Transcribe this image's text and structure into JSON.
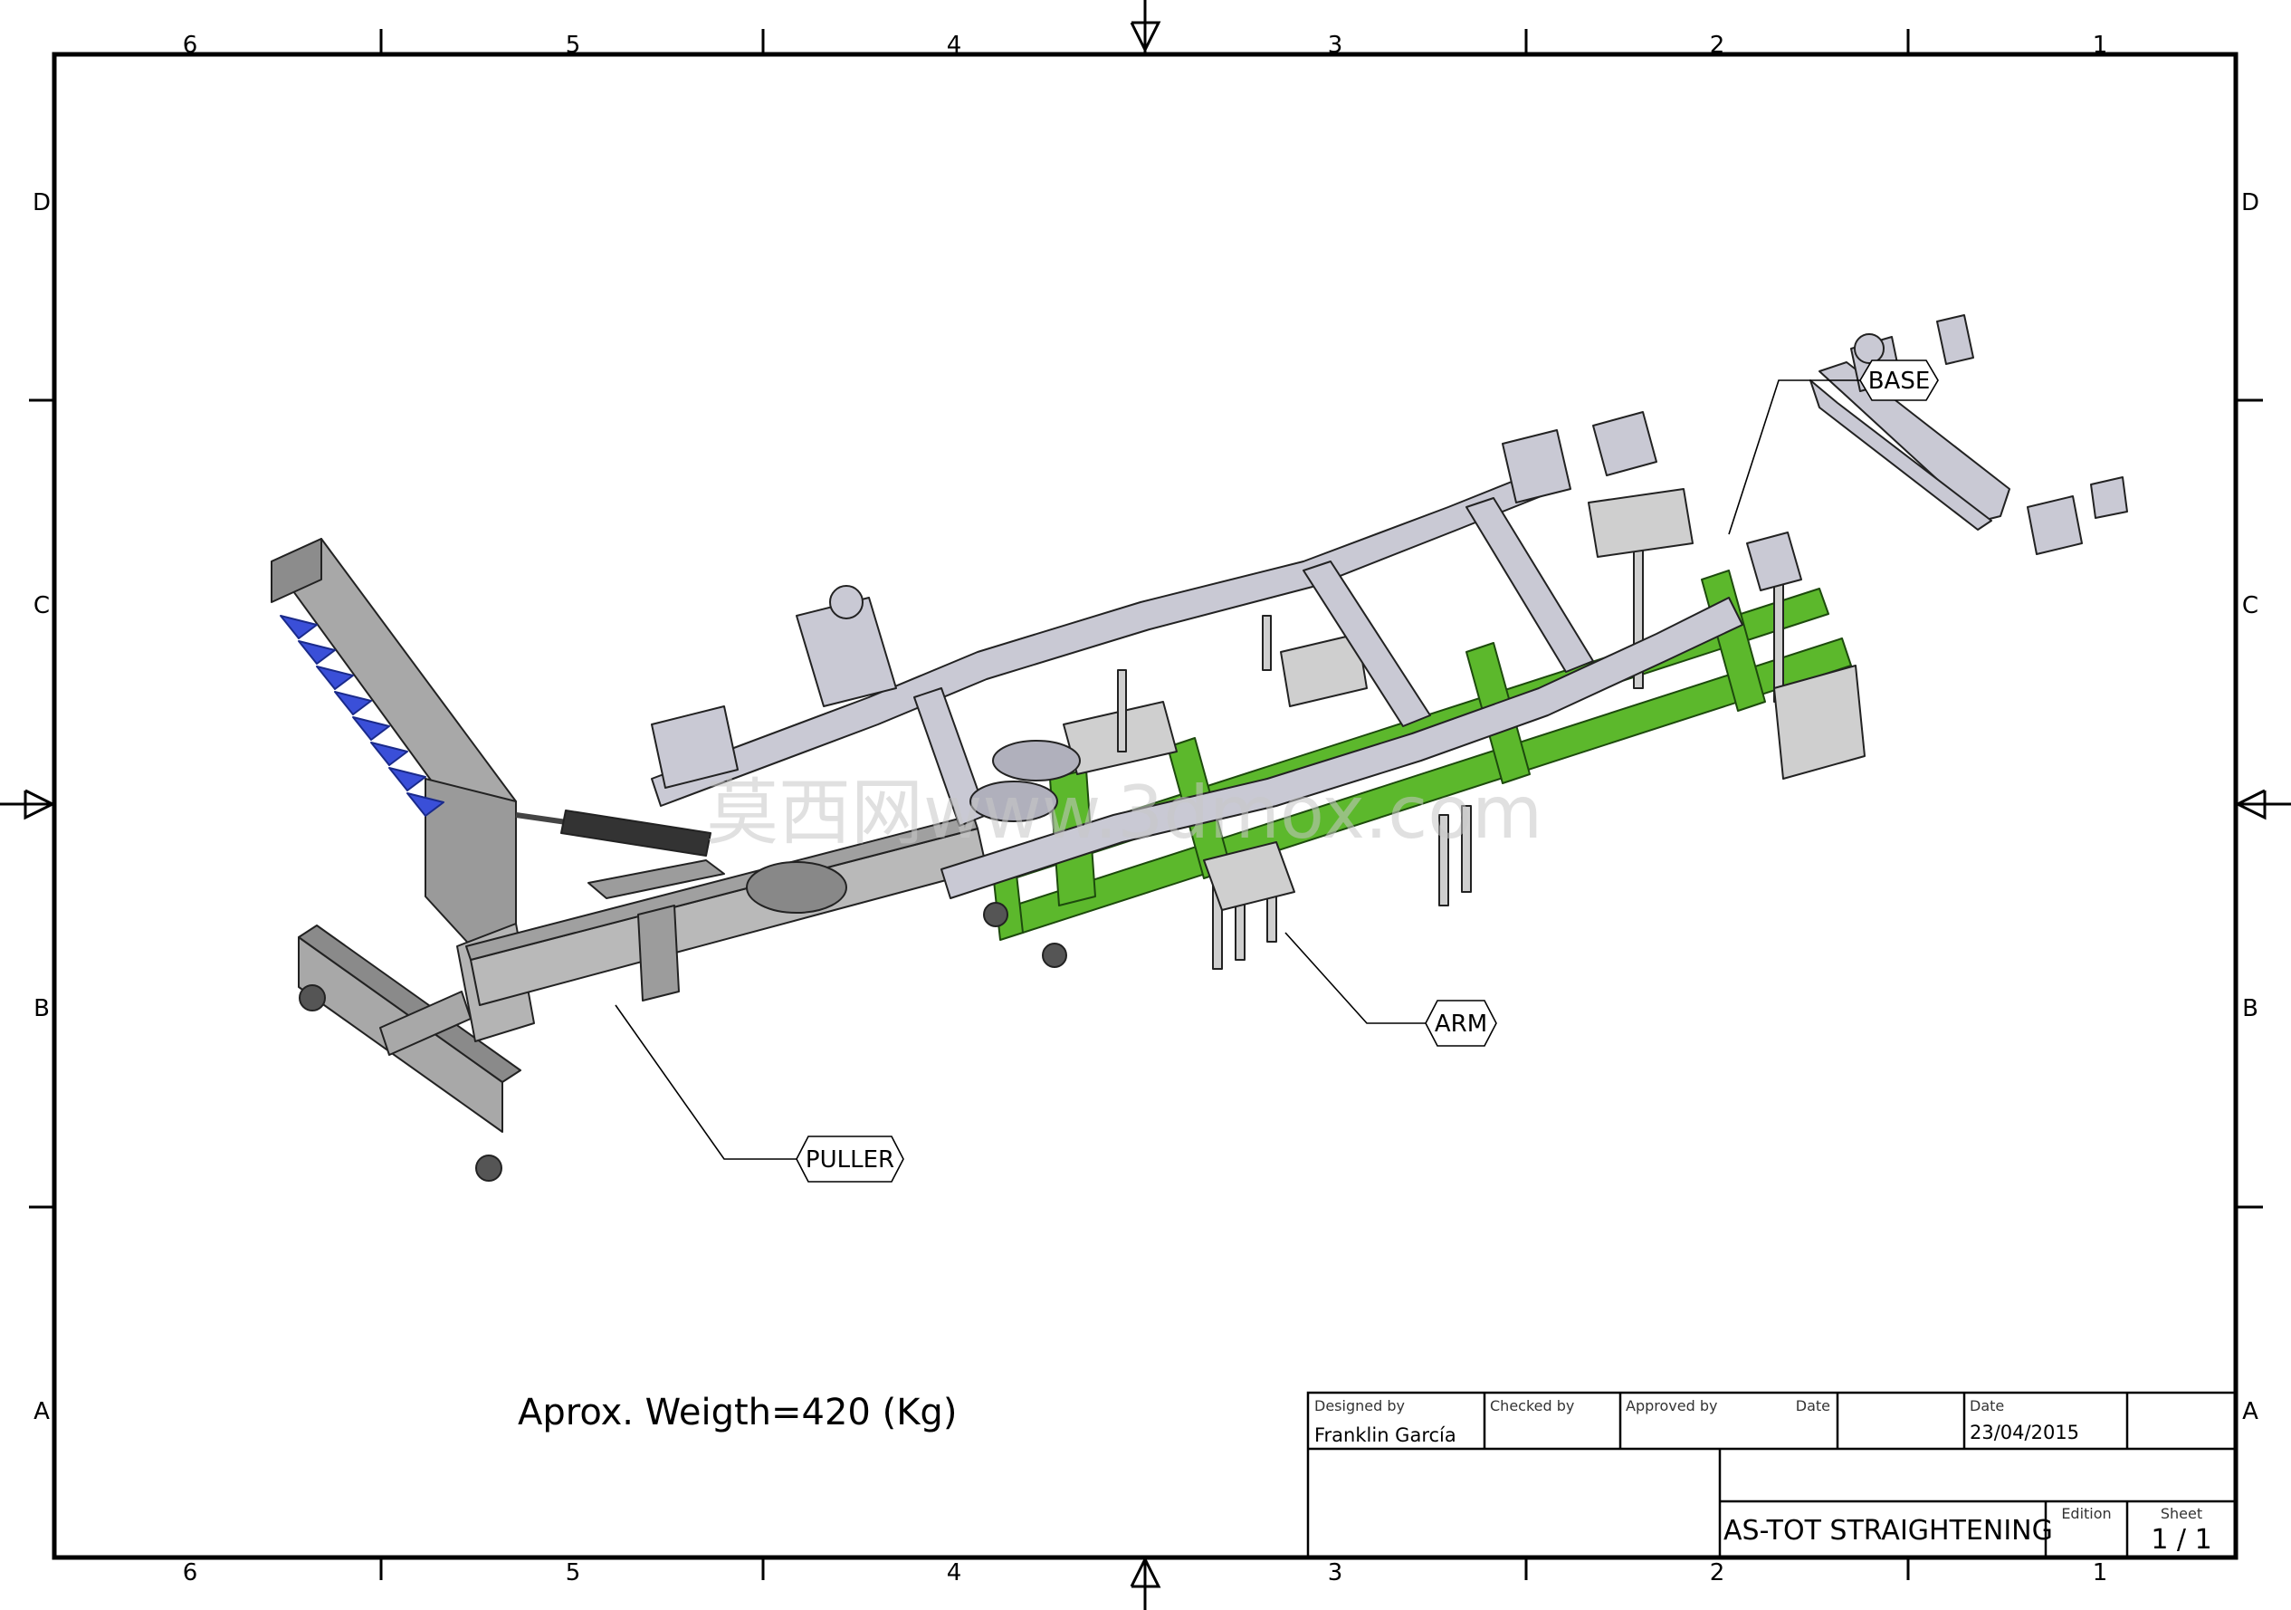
{
  "border": {
    "columns": [
      "6",
      "5",
      "4",
      "3",
      "2",
      "1"
    ],
    "rows": [
      "D",
      "C",
      "B",
      "A"
    ]
  },
  "callouts": {
    "puller": "PULLER",
    "arm": "ARM",
    "base": "BASE"
  },
  "weight_note": "Aprox. Weigth=420 (Kg)",
  "watermark": "莫西网www.3dmox.com",
  "title_block": {
    "designed_by_label": "Designed by",
    "designed_by": "Franklin García",
    "checked_by_label": "Checked by",
    "approved_by_label": "Approved by",
    "date_label_1": "Date",
    "date_label_2": "Date",
    "date": "23/04/2015",
    "title": "AS-TOT STRAIGHTENING",
    "edition_label": "Edition",
    "sheet_label": "Sheet",
    "sheet": "1 / 1"
  },
  "colors": {
    "frame_steel": "#c9c9d4",
    "fixture_green": "#5cb82c",
    "puller_grey": "#a8a8a8",
    "teeth_blue": "#3a4fd8",
    "line": "#000000"
  }
}
